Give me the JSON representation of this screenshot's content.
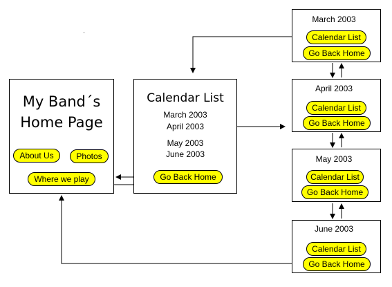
{
  "home": {
    "title_line1": "My Band´s",
    "title_line2": "Home Page",
    "about_label": "About Us",
    "photos_label": "Photos",
    "where_label": "Where we play"
  },
  "calendar": {
    "title": "Calendar List",
    "month1": "March 2003",
    "month2": "April 2003",
    "month3": "May 2003",
    "month4": "June  2003",
    "go_home_label": "Go Back Home"
  },
  "months": [
    {
      "title": "March 2003",
      "calendar_label": "Calendar List",
      "home_label": "Go Back Home"
    },
    {
      "title": "April 2003",
      "calendar_label": "Calendar List",
      "home_label": "Go Back Home"
    },
    {
      "title": "May 2003",
      "calendar_label": "Calendar List",
      "home_label": "Go Back Home"
    },
    {
      "title": "June 2003",
      "calendar_label": "Calendar List",
      "home_label": "Go Back Home"
    }
  ],
  "colors": {
    "button_fill": "#ffff00",
    "line": "#000000",
    "background": "#ffffff"
  }
}
